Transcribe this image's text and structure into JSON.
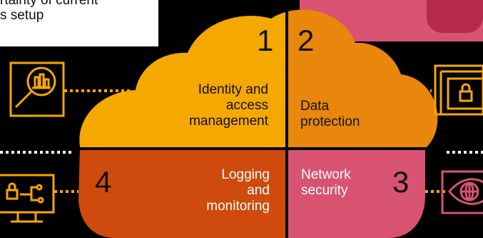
{
  "top_note": {
    "line1": "rtainty of current",
    "line2": "s setup"
  },
  "quadrants": [
    {
      "number": "1",
      "label": "Identity and\naccess\nmanagement",
      "color": "#F5A800"
    },
    {
      "number": "2",
      "label": "Data\nprotection",
      "color": "#E8870B"
    },
    {
      "number": "3",
      "label": "Network\nsecurity",
      "color": "#D85372"
    },
    {
      "number": "4",
      "label": "Logging\nand\nmonitoring",
      "color": "#CE4A0D"
    }
  ],
  "colors": {
    "background": "#000000",
    "connector": "#F5A800",
    "pink_accent": "#D85372",
    "dark_pink": "#B52A49"
  },
  "icons": {
    "left_top": "magnifier-chart-icon",
    "right_top": "window-lock-icon",
    "left_bottom": "monitor-lock-circuit-icon",
    "right_bottom": "eye-globe-icon"
  }
}
